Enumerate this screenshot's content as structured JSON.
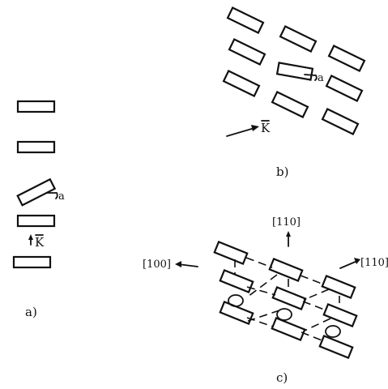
{
  "figure": {
    "panel_a": {
      "label": "a)",
      "vector_label": "K",
      "angle_label": "a"
    },
    "panel_b": {
      "label": "b)",
      "vector_label": "K",
      "angle_label": "a"
    },
    "panel_c": {
      "label": "c)",
      "direction_left": "[100]",
      "direction_up": "[110]",
      "direction_right": "[110]"
    }
  }
}
